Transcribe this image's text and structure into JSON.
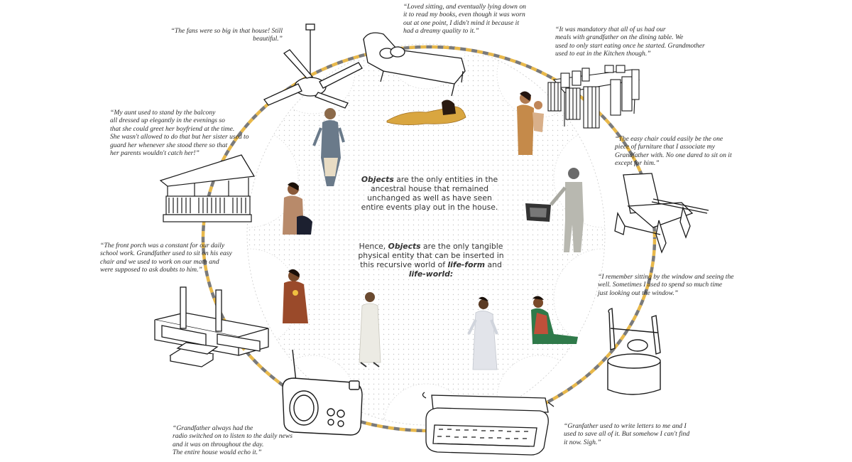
{
  "center": {
    "p1_em": "Objects",
    "p1_rest": " are the only entities in the ancestral house that  remained unchanged as well as have seen entire events play out in the house.",
    "p2_pre": "Hence, ",
    "p2_em1": "Objects",
    "p2_mid": " are the only tangible physical entity that can be inserted in this recursive world of ",
    "p2_em2": "life-form",
    "p2_and": " and ",
    "p2_em3": "life-world:"
  },
  "quotes": {
    "fan": "“The fans were so big in that house! Still\nbeautiful.”",
    "chaise": "“Loved sitting, and eventually lying down on\nit to read my books, even though it was worn\nout at one point, I didn't mind it because it\nhad a dreamy quality to it.”",
    "dining": "“It was mandatory that all of us had our\nmeals with grandfather on the dining table. We\nused to only start eating once he started. Grandmother\nused to eat in the Kitchen though.”",
    "balcony": "“My aunt used to stand by the balcony\nall dressed up elegantly in the evenings so\nthat she could greet her boyfriend at the time.\nShe wasn't allowed to do that but her sister used to\nguard her whenever she stood there so that\nher parents wouldn't catch her!”",
    "easychair": "“The easy chair could easily be the one\npiece of furniture that I associate my\nGrandfather with. No one dared to sit on it\nexcept for him.”",
    "porch": "“The front porch was a constant for our daily\nschool work. Grandfather used to sit on his easy\nchair and we used to work on our math and\nwere supposed to ask doubts to him.”",
    "well": "“I remember sitting by the window and seeing the\nwell. Sometimes I used to spend so much time\njust looking out the window.”",
    "radio": "“Grandfather always had the\nradio switched on to listen to the daily news\nand it was on throughout the day.\nThe entire house would echo it.”",
    "typewriter": "“Granfather used to write letters to me and I\nused to save all of it. But somehow I can't find\nit now. Sigh.”"
  },
  "colors": {
    "dash_yellow": "#e8b84a",
    "dash_gray": "#7a7a7a",
    "dot": "#c8c8c8",
    "line": "#1a1a1a"
  },
  "icons": [
    "ceiling-fan-icon",
    "chaise-lounge-icon",
    "dining-table-icon",
    "balcony-icon",
    "easy-chair-icon",
    "porch-icon",
    "well-icon",
    "radio-icon",
    "typewriter-icon"
  ]
}
